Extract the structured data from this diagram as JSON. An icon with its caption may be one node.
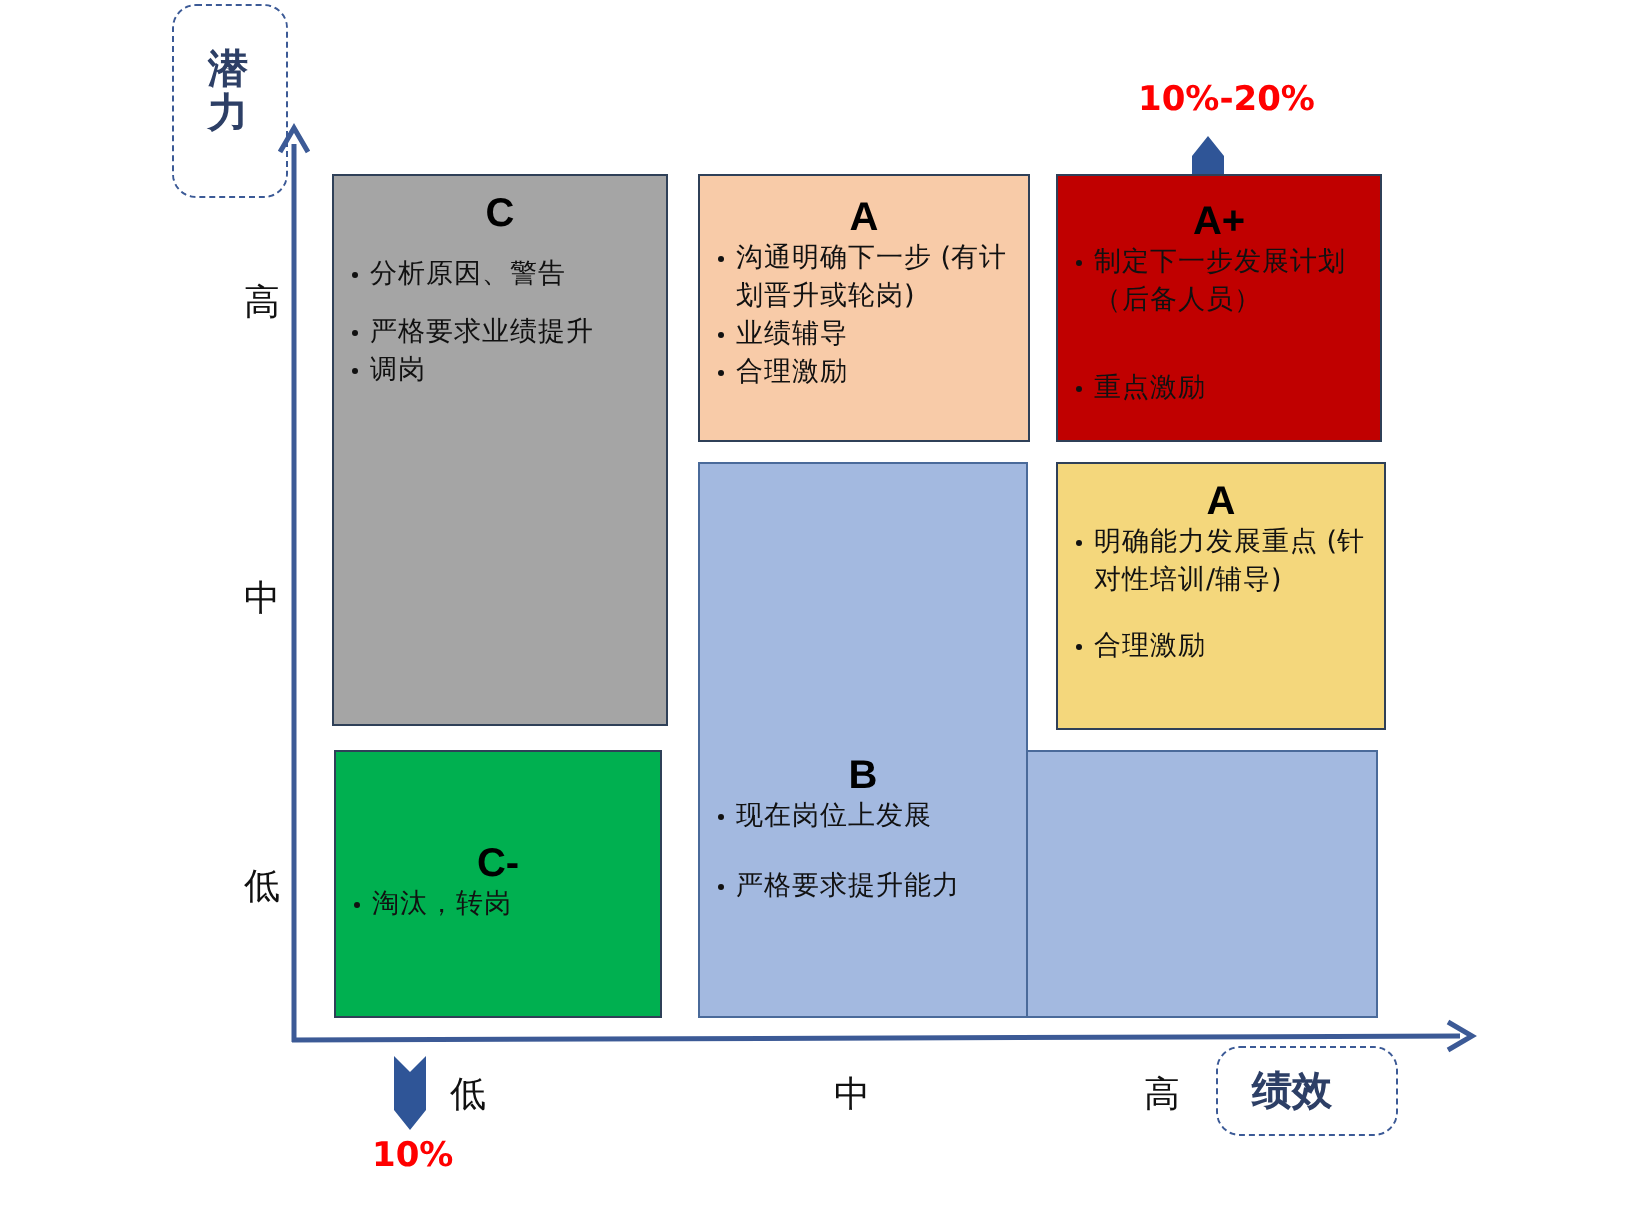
{
  "diagram": {
    "nodes": [
      {
        "text": [
          "潜力"
        ]
      },
      {
        "text": [
          "绩效"
        ]
      },
      {
        "text": [
          "C",
          "分析原因、警告",
          "严格要求业绩提升",
          "调岗"
        ]
      },
      {
        "text": [
          "A",
          "沟通明确下一步 (有计划晋升或轮岗)",
          "业绩辅导",
          "合理激励"
        ]
      },
      {
        "text": [
          "A+",
          "制定下一步发展计划（后备人员）",
          "重点激励"
        ]
      },
      {
        "text": [
          "A",
          "明确能力发展重点 (针对性培训/辅导)",
          "合理激励"
        ]
      },
      {
        "text": [
          "C-",
          "淘汰，转岗"
        ]
      },
      {
        "text": [
          "B",
          "现在岗位上发展",
          "严格要求提升能力"
        ]
      },
      {
        "text": [],
        "shape": "box"
      }
    ],
    "edges": [],
    "labels": [
      "10%-20%",
      "高",
      "中",
      "低",
      "低",
      "中",
      "高",
      "10%"
    ]
  }
}
